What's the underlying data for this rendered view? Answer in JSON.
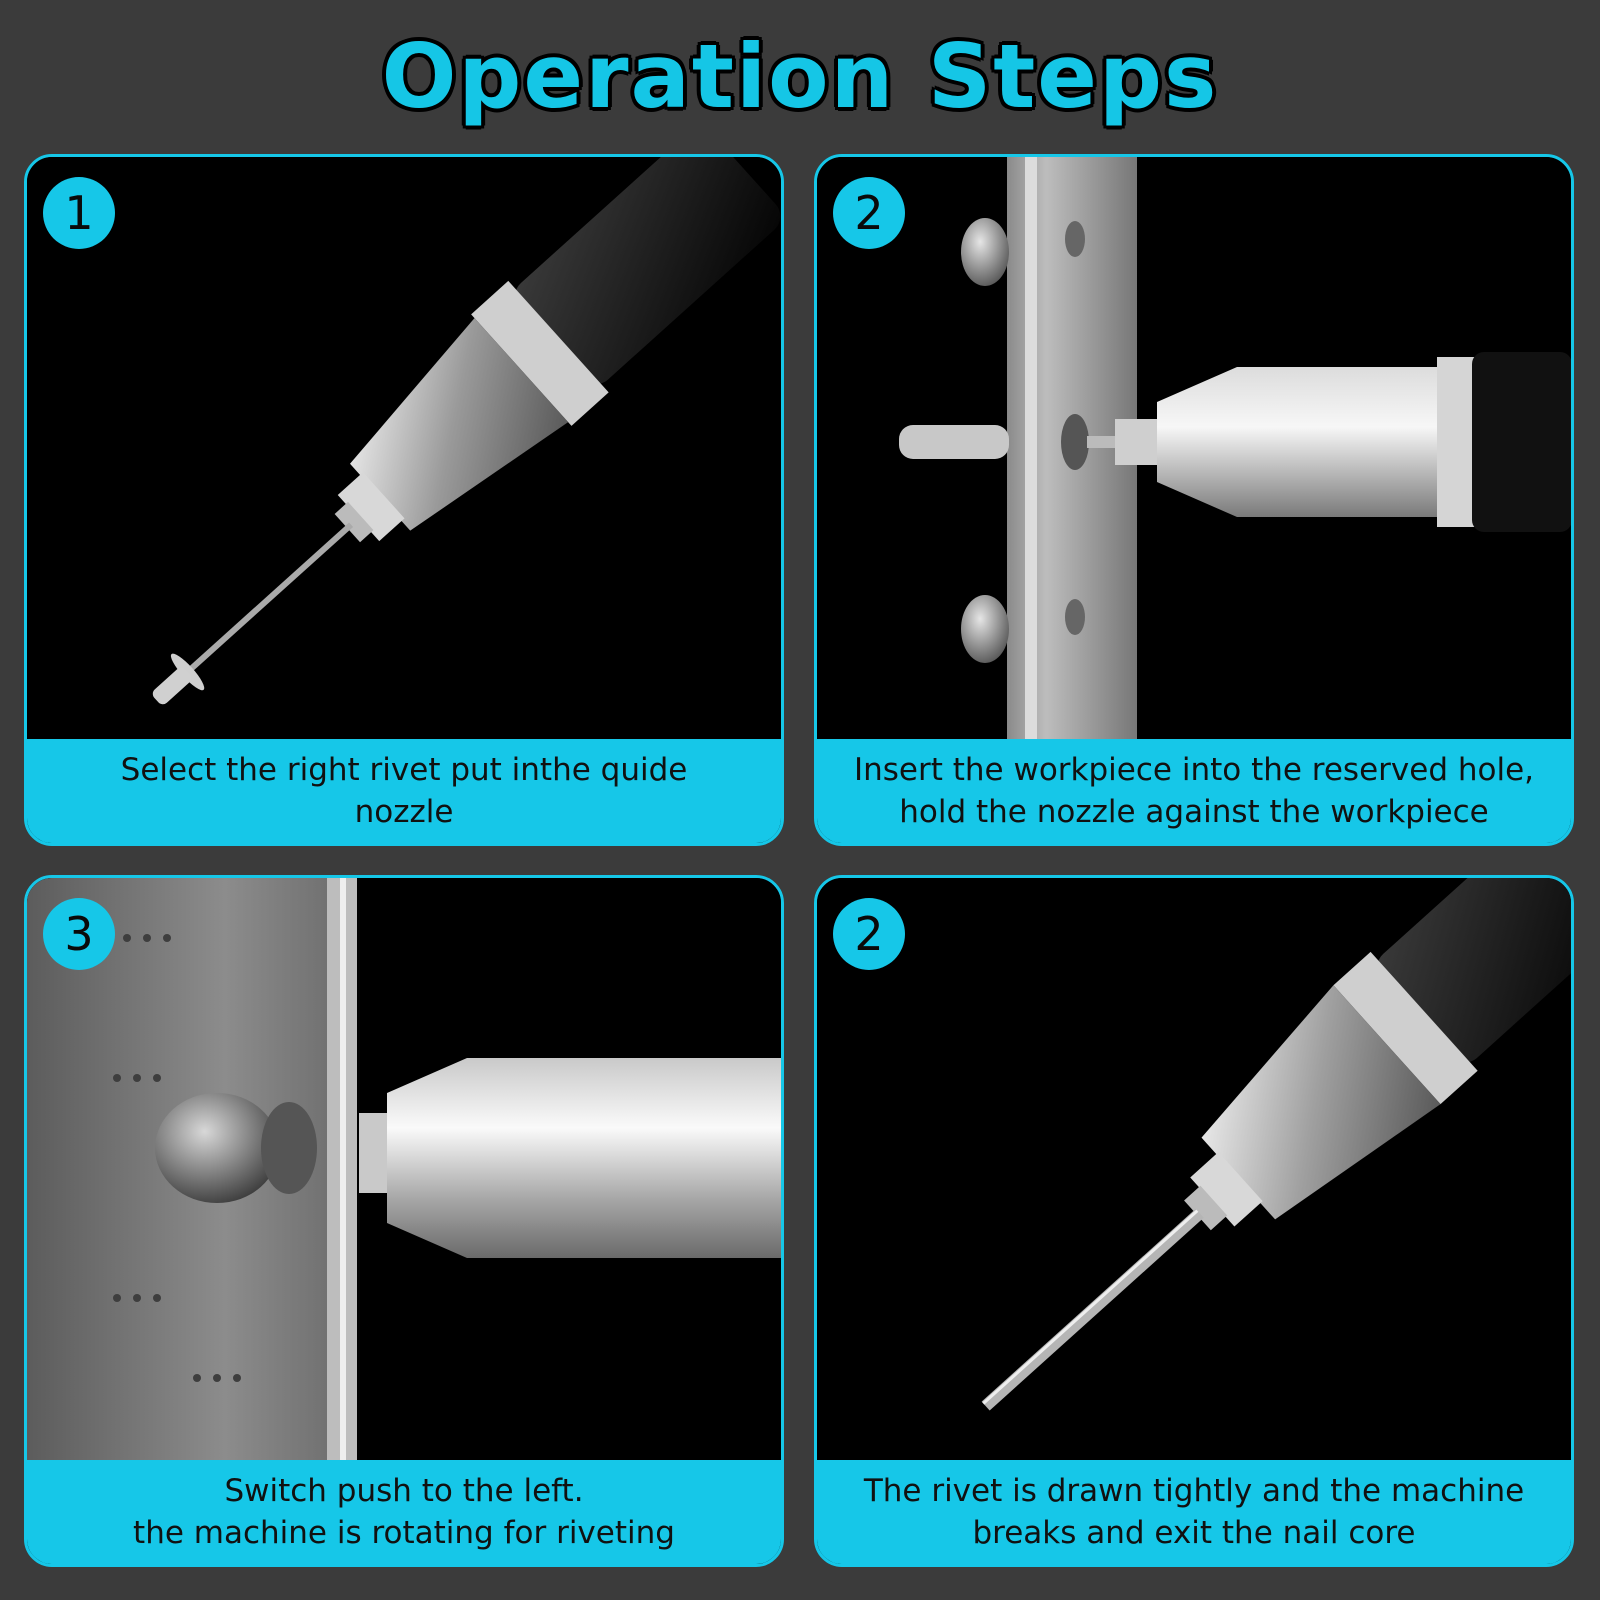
{
  "header": {
    "title": "Operation Steps"
  },
  "steps": [
    {
      "badge": "1",
      "caption": "Select the right rivet put inthe quide\nnozzle"
    },
    {
      "badge": "2",
      "caption": "Insert the workpiece into the reserved hole,\nhold the nozzle against the workpiece"
    },
    {
      "badge": "3",
      "caption": "Switch push to the left.\nthe machine is rotating for riveting"
    },
    {
      "badge": "2",
      "caption": "The rivet is drawn tightly and the machine\nbreaks and exit the nail core"
    }
  ],
  "colors": {
    "accent": "#16c7e8",
    "background": "#3b3b3b",
    "title": "#15c6e6"
  }
}
